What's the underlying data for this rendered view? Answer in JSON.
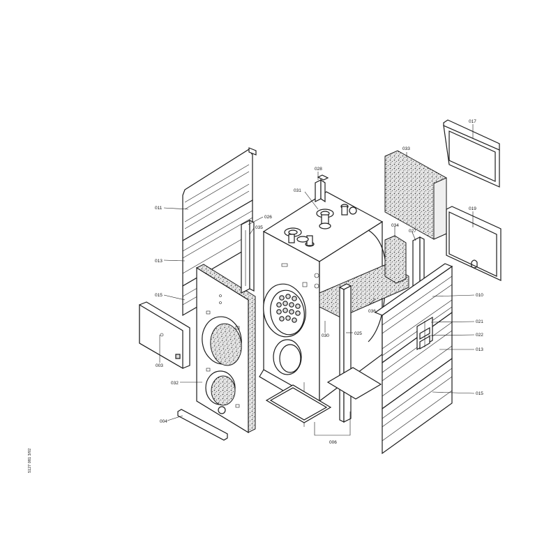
{
  "drawing": {
    "reference": "5127 081  3/92",
    "part_labels": {
      "p011": "011",
      "p013a": "013",
      "p015a": "015",
      "p003": "003",
      "p032": "032",
      "p004": "004",
      "p026": "026",
      "p035": "035",
      "p028": "028",
      "p031": "031",
      "p033": "033",
      "p034": "034",
      "p027": "027",
      "p017": "017",
      "p019": "019",
      "p010": "010",
      "p021": "021",
      "p022": "022",
      "p013b": "013",
      "p015b": "015",
      "p036": "036",
      "p030": "030",
      "p025": "025",
      "p006": "006"
    }
  },
  "colors": {
    "line": "#1a1a1a",
    "insulation_fill": "#dcdcdc",
    "background": "#ffffff"
  }
}
